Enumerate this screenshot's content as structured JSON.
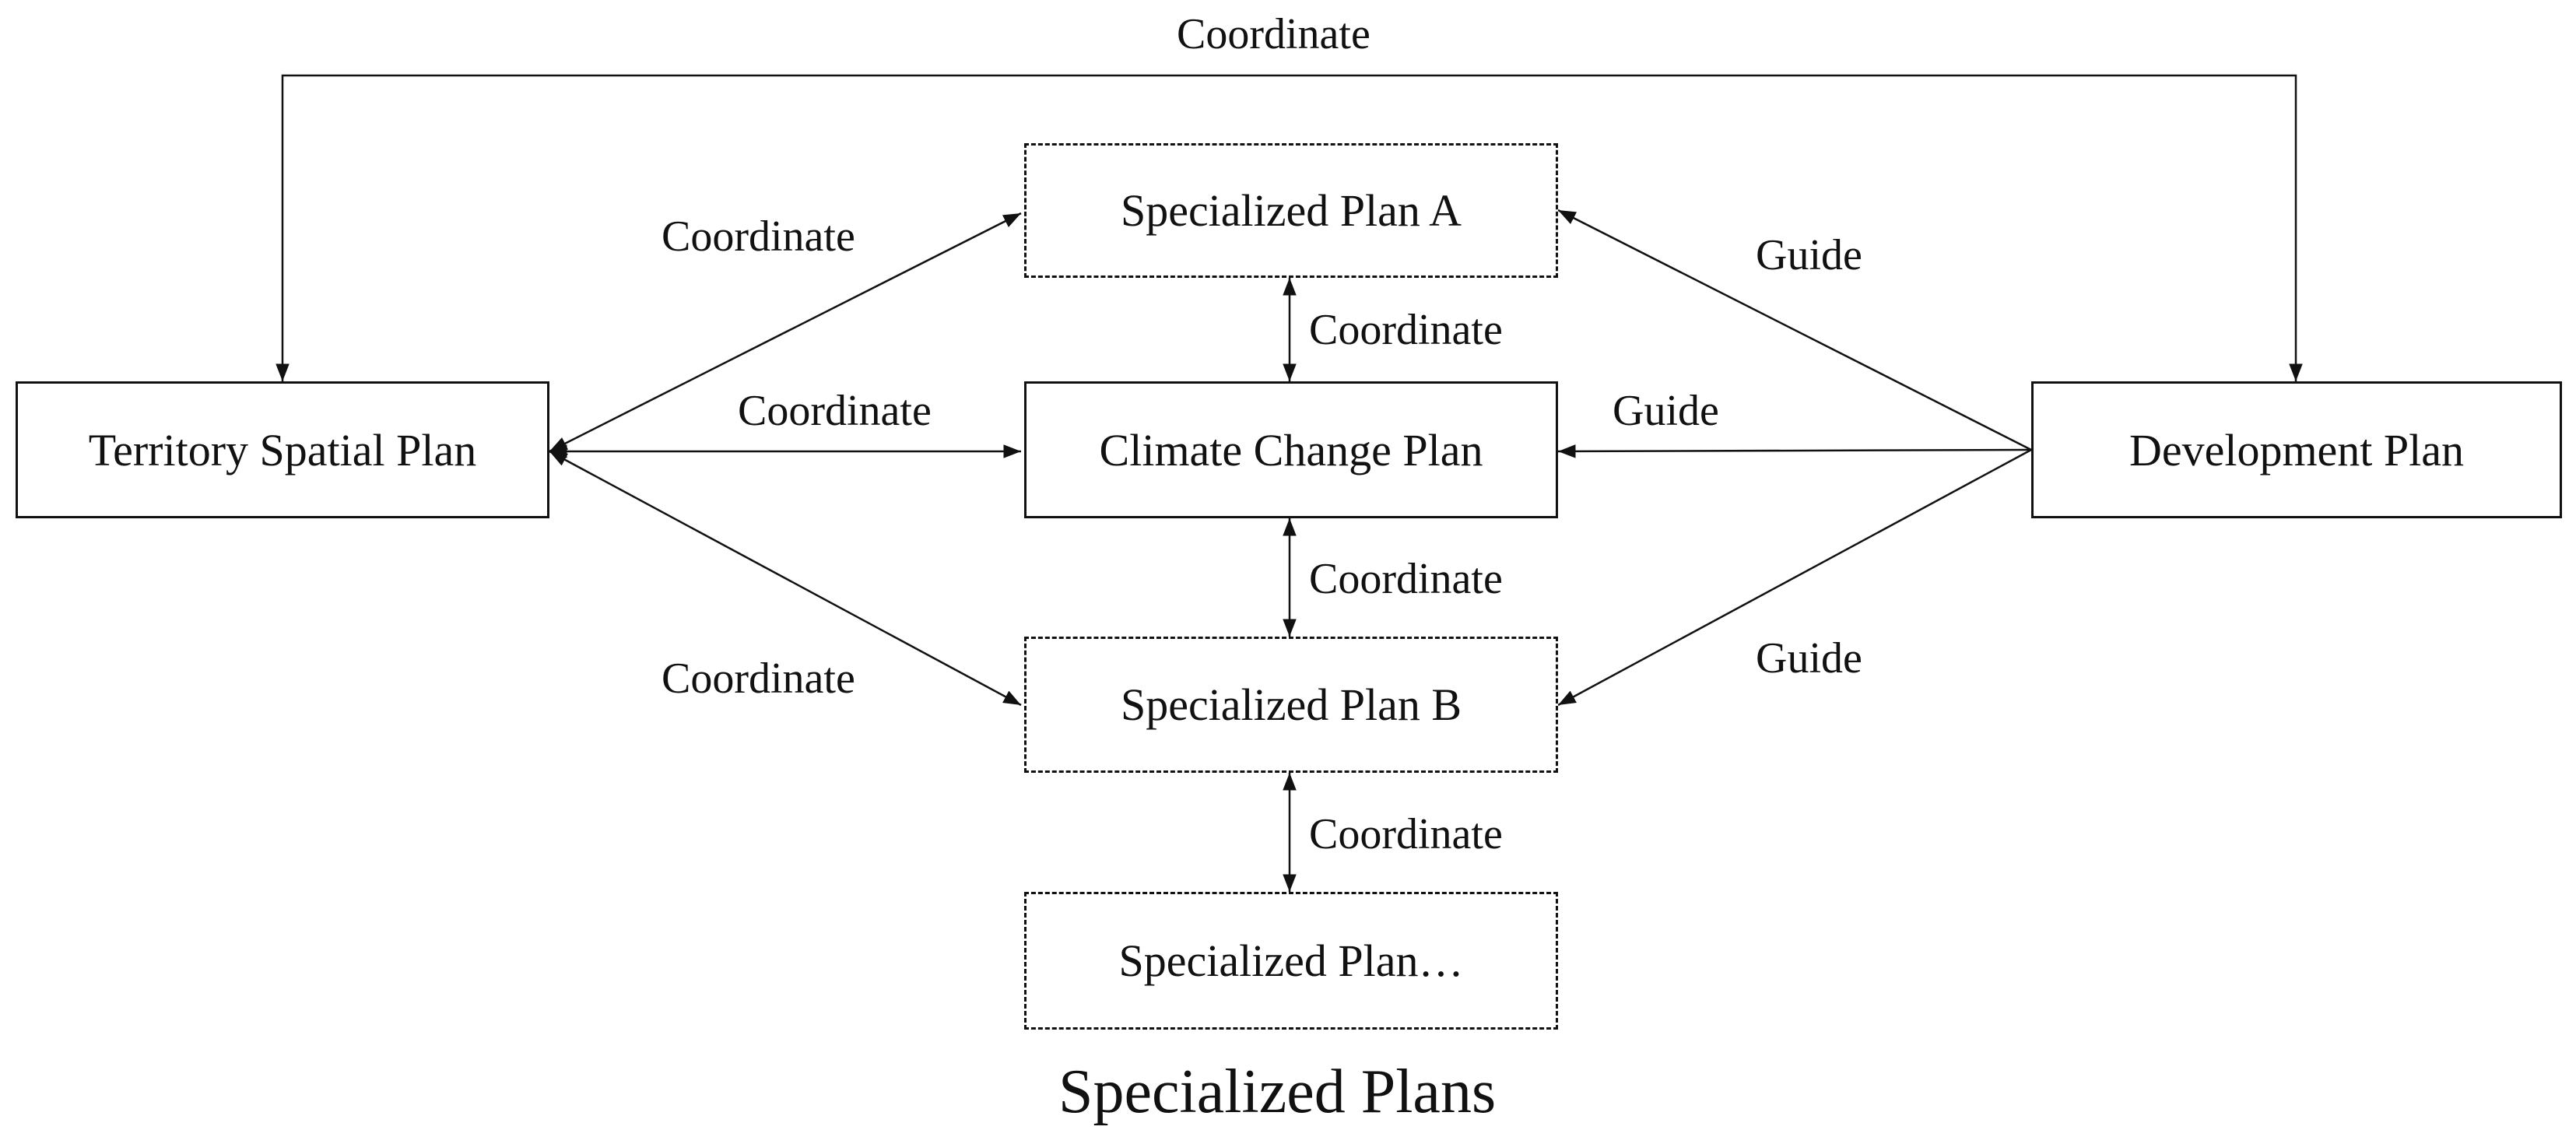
{
  "nodes": {
    "territory": "Territory Spatial Plan",
    "development": "Development Plan",
    "climate": "Climate Change Plan",
    "plan_a": "Specialized Plan A",
    "plan_b": "Specialized Plan B",
    "plan_more": "Specialized Plan…"
  },
  "edges": {
    "top_coordinate": "Coordinate",
    "territory_to_a": "Coordinate",
    "territory_to_climate": "Coordinate",
    "territory_to_b": "Coordinate",
    "a_climate": "Coordinate",
    "climate_b": "Coordinate",
    "b_more": "Coordinate",
    "dev_to_a": "Guide",
    "dev_to_climate": "Guide",
    "dev_to_b": "Guide"
  },
  "group_caption": "Specialized Plans"
}
